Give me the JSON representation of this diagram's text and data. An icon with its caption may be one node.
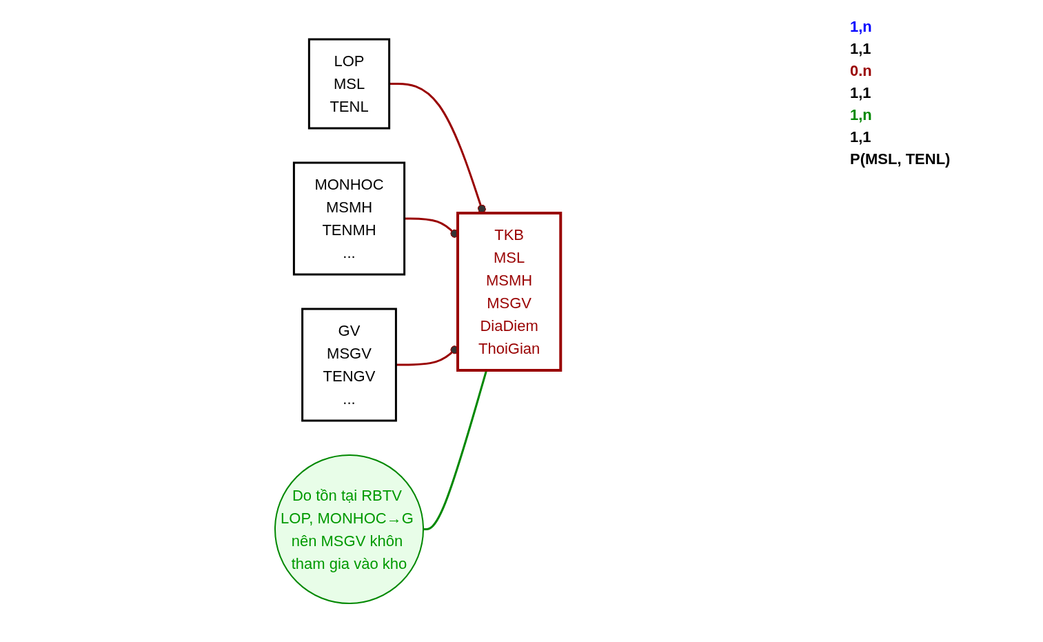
{
  "diagram": {
    "nodes": [
      {
        "text": [
          "LOP",
          "MSL",
          "TENL"
        ]
      },
      {
        "text": [
          "TKB",
          "MSL",
          "MSMH",
          "MSGV",
          "DiaDiem",
          "ThoiGian"
        ]
      },
      {
        "text": [
          "MONHOC",
          "MSMH",
          "TENMH",
          "..."
        ]
      },
      {
        "text": [
          "GV",
          "MSGV",
          "TENGV",
          "..."
        ]
      },
      {
        "text": [
          "Do tồn tại RBTV LOP, MONHOC→G nên MSGV khôn tham gia vào kho"
        ]
      }
    ],
    "edges": [
      {
        "from": 0,
        "to": 1,
        "arrow": "other"
      },
      {
        "from": 2,
        "to": 1,
        "arrow": "other"
      },
      {
        "from": 3,
        "to": 1,
        "arrow": "other"
      },
      {
        "from": 4,
        "to": 1,
        "arrow": "none",
        "color": "#008800"
      }
    ],
    "labels": [
      "1,n",
      "1,1",
      "0.n",
      "1,1",
      "1,n",
      "1,1",
      "P(MSL, TENL)"
    ]
  }
}
